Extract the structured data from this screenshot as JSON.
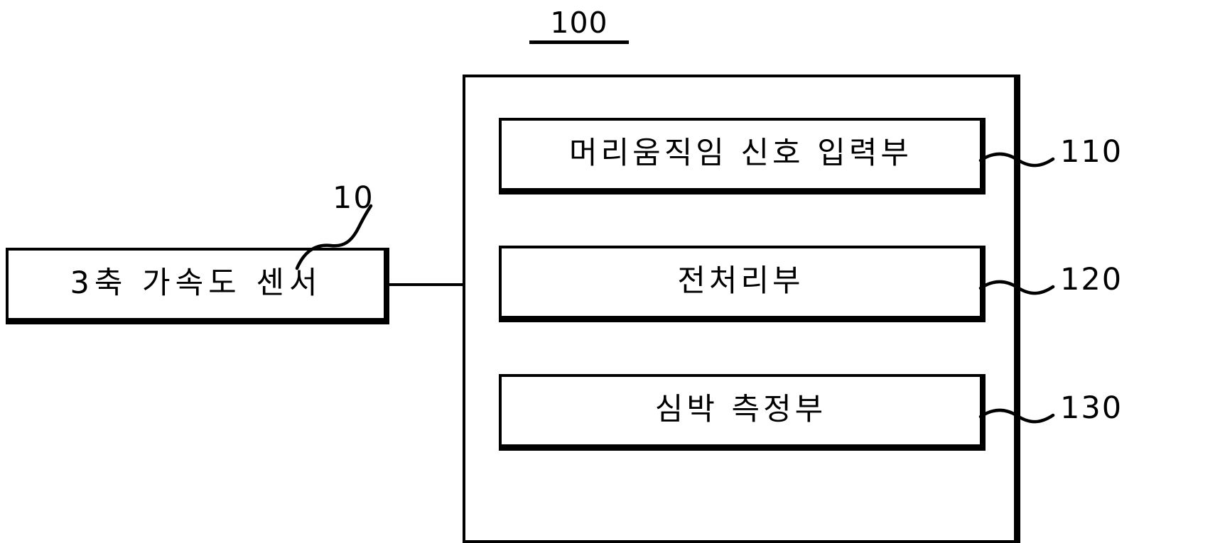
{
  "figure": {
    "title": "100",
    "title_underlined": true,
    "background_color": "#ffffff",
    "line_color": "#000000"
  },
  "blocks": {
    "sensor": {
      "label": "3축 가속도 센서",
      "ref": "10"
    },
    "container": {
      "ref": "100"
    },
    "modules": [
      {
        "label": "머리움직임 신호 입력부",
        "ref": "110"
      },
      {
        "label": "전처리부",
        "ref": "120"
      },
      {
        "label": "심박 측정부",
        "ref": "130"
      }
    ]
  },
  "connectors": [
    {
      "name": "sensor-to-container",
      "from": "sensor",
      "to": "container",
      "style": "solid-horizontal"
    }
  ],
  "leader_lines": [
    {
      "name": "leader-10",
      "ref": "10",
      "style": "squiggle"
    },
    {
      "name": "leader-110",
      "ref": "110",
      "style": "squiggle"
    },
    {
      "name": "leader-120",
      "ref": "120",
      "style": "squiggle"
    },
    {
      "name": "leader-130",
      "ref": "130",
      "style": "squiggle"
    }
  ]
}
